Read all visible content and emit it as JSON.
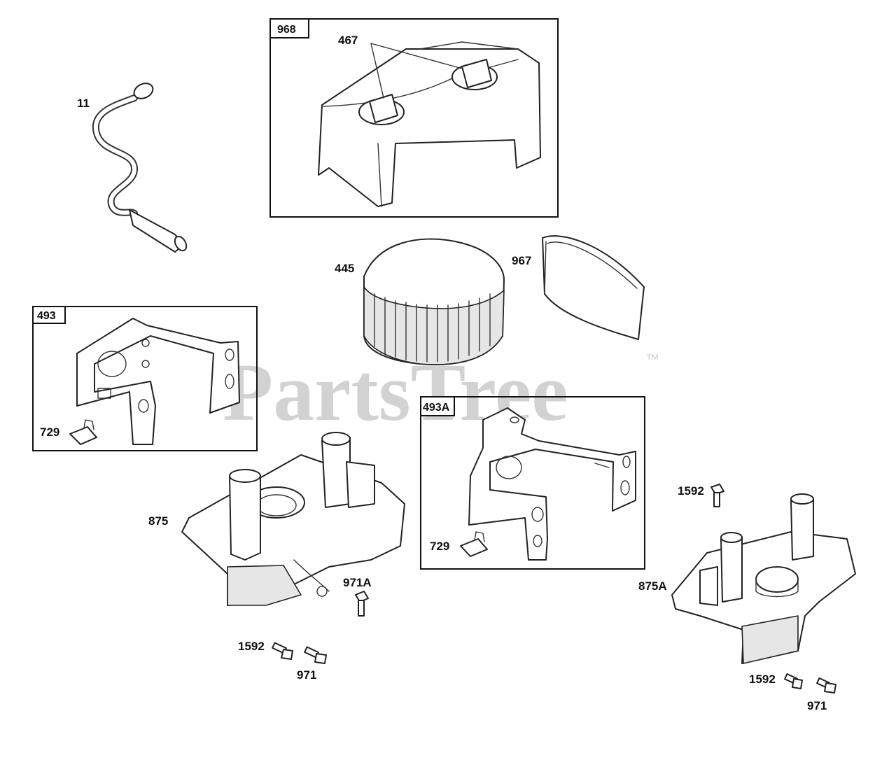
{
  "watermark": {
    "text": "PartsTree",
    "trademark": "™"
  },
  "boxes": [
    {
      "id": "968",
      "label": "968"
    },
    {
      "id": "493",
      "label": "493"
    },
    {
      "id": "493A",
      "label": "493A"
    }
  ],
  "callouts": {
    "c11": "11",
    "c467": "467",
    "c445": "445",
    "c967": "967",
    "c729a": "729",
    "c729b": "729",
    "c875": "875",
    "c971A": "971A",
    "c1592a": "1592",
    "c971a": "971",
    "c1592b": "1592",
    "c875A": "875A",
    "c1592c": "1592",
    "c971b": "971"
  }
}
